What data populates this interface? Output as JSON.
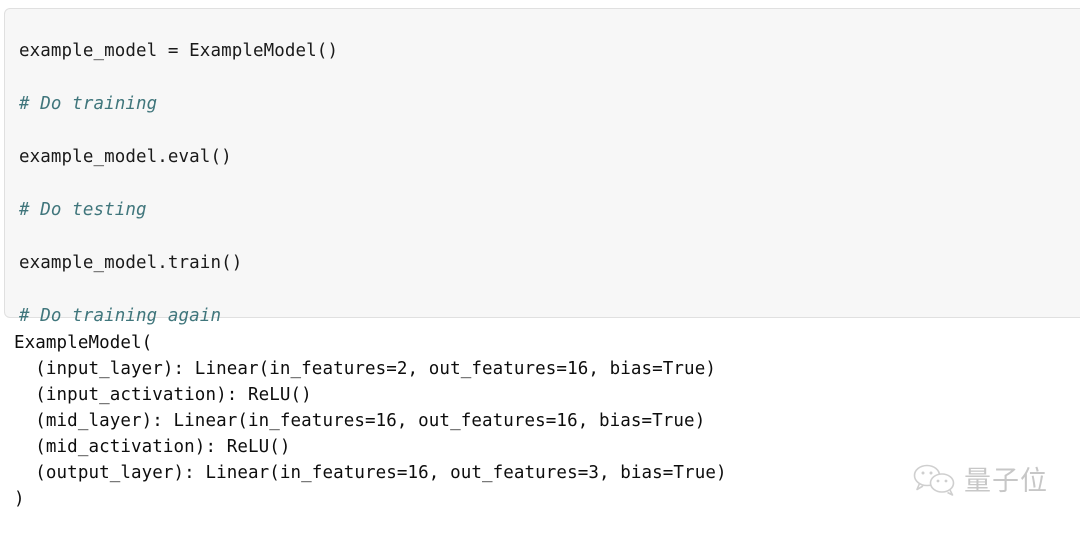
{
  "code_block": {
    "background": "#f7f7f7",
    "border_color": "#e0e0e0",
    "comment_color": "#40767c",
    "text_color": "#1a1a1a",
    "lines": [
      {
        "text": "example_model = ExampleModel()",
        "kind": "code"
      },
      {
        "text": "# Do training",
        "kind": "comment"
      },
      {
        "text": "example_model.eval()",
        "kind": "code"
      },
      {
        "text": "# Do testing",
        "kind": "comment"
      },
      {
        "text": "example_model.train()",
        "kind": "code"
      },
      {
        "text": "# Do training again",
        "kind": "comment"
      }
    ]
  },
  "output_block": {
    "text_color": "#0d0d0d",
    "lines": [
      "ExampleModel(",
      "  (input_layer): Linear(in_features=2, out_features=16, bias=True)",
      "  (input_activation): ReLU()",
      "  (mid_layer): Linear(in_features=16, out_features=16, bias=True)",
      "  (mid_activation): ReLU()",
      "  (output_layer): Linear(in_features=16, out_features=3, bias=True)",
      ")"
    ]
  },
  "watermark": {
    "icon": "wechat-bubbles-icon",
    "text": "量子位",
    "color": "#9a9a9a"
  }
}
